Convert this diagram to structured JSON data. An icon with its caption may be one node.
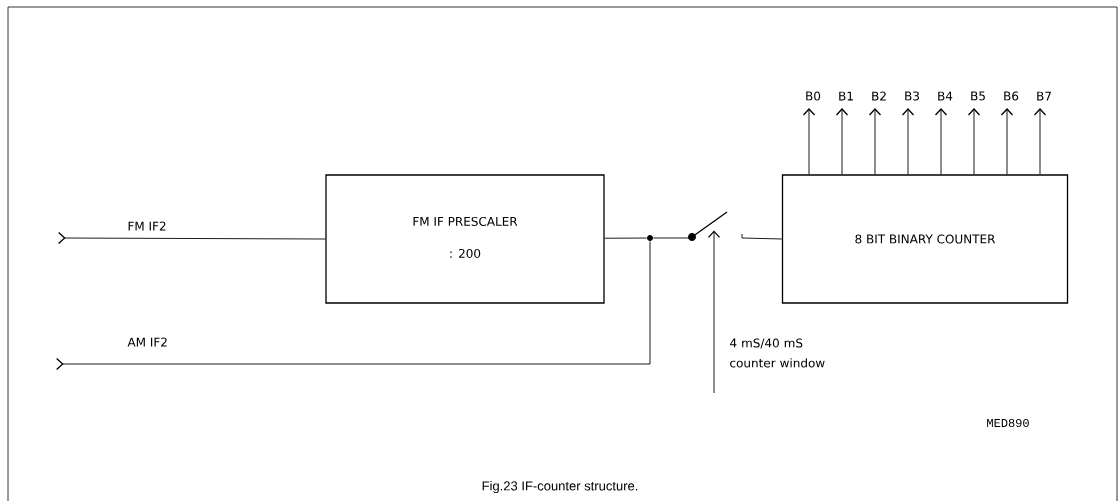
{
  "diagram": {
    "caption": "Fig.23 IF-counter structure.",
    "nodes": [
      {
        "text": [
          "FM IF PRESCALER",
          ": 200"
        ]
      },
      {
        "text": [
          "8 BIT BINARY COUNTER"
        ]
      },
      {
        "text": [],
        "shape": "circle"
      },
      {
        "text": [],
        "shape": "switch"
      }
    ],
    "edges": [
      {
        "from": 0,
        "to": null,
        "arrow": "other",
        "label": "FM IF2"
      },
      {
        "from": 2,
        "to": null,
        "arrow": "other",
        "label": "AM IF2"
      },
      {
        "from": 0,
        "to": 2,
        "arrow": "none"
      },
      {
        "from": 2,
        "to": 3,
        "arrow": "none"
      },
      {
        "from": 3,
        "to": 1,
        "arrow": "none"
      },
      {
        "from": null,
        "to": 3,
        "arrow": "to",
        "label": "4 mS/40 mS counter window"
      },
      {
        "from": 1,
        "to": null,
        "arrow": "to",
        "label": "B0"
      },
      {
        "from": 1,
        "to": null,
        "arrow": "to",
        "label": "B1"
      },
      {
        "from": 1,
        "to": null,
        "arrow": "to",
        "label": "B2"
      },
      {
        "from": 1,
        "to": null,
        "arrow": "to",
        "label": "B3"
      },
      {
        "from": 1,
        "to": null,
        "arrow": "to",
        "label": "B4"
      },
      {
        "from": 1,
        "to": null,
        "arrow": "to",
        "label": "B5"
      },
      {
        "from": 1,
        "to": null,
        "arrow": "to",
        "label": "B6"
      },
      {
        "from": 1,
        "to": null,
        "arrow": "to",
        "label": "B7"
      }
    ],
    "labels": [
      "MED890"
    ]
  }
}
